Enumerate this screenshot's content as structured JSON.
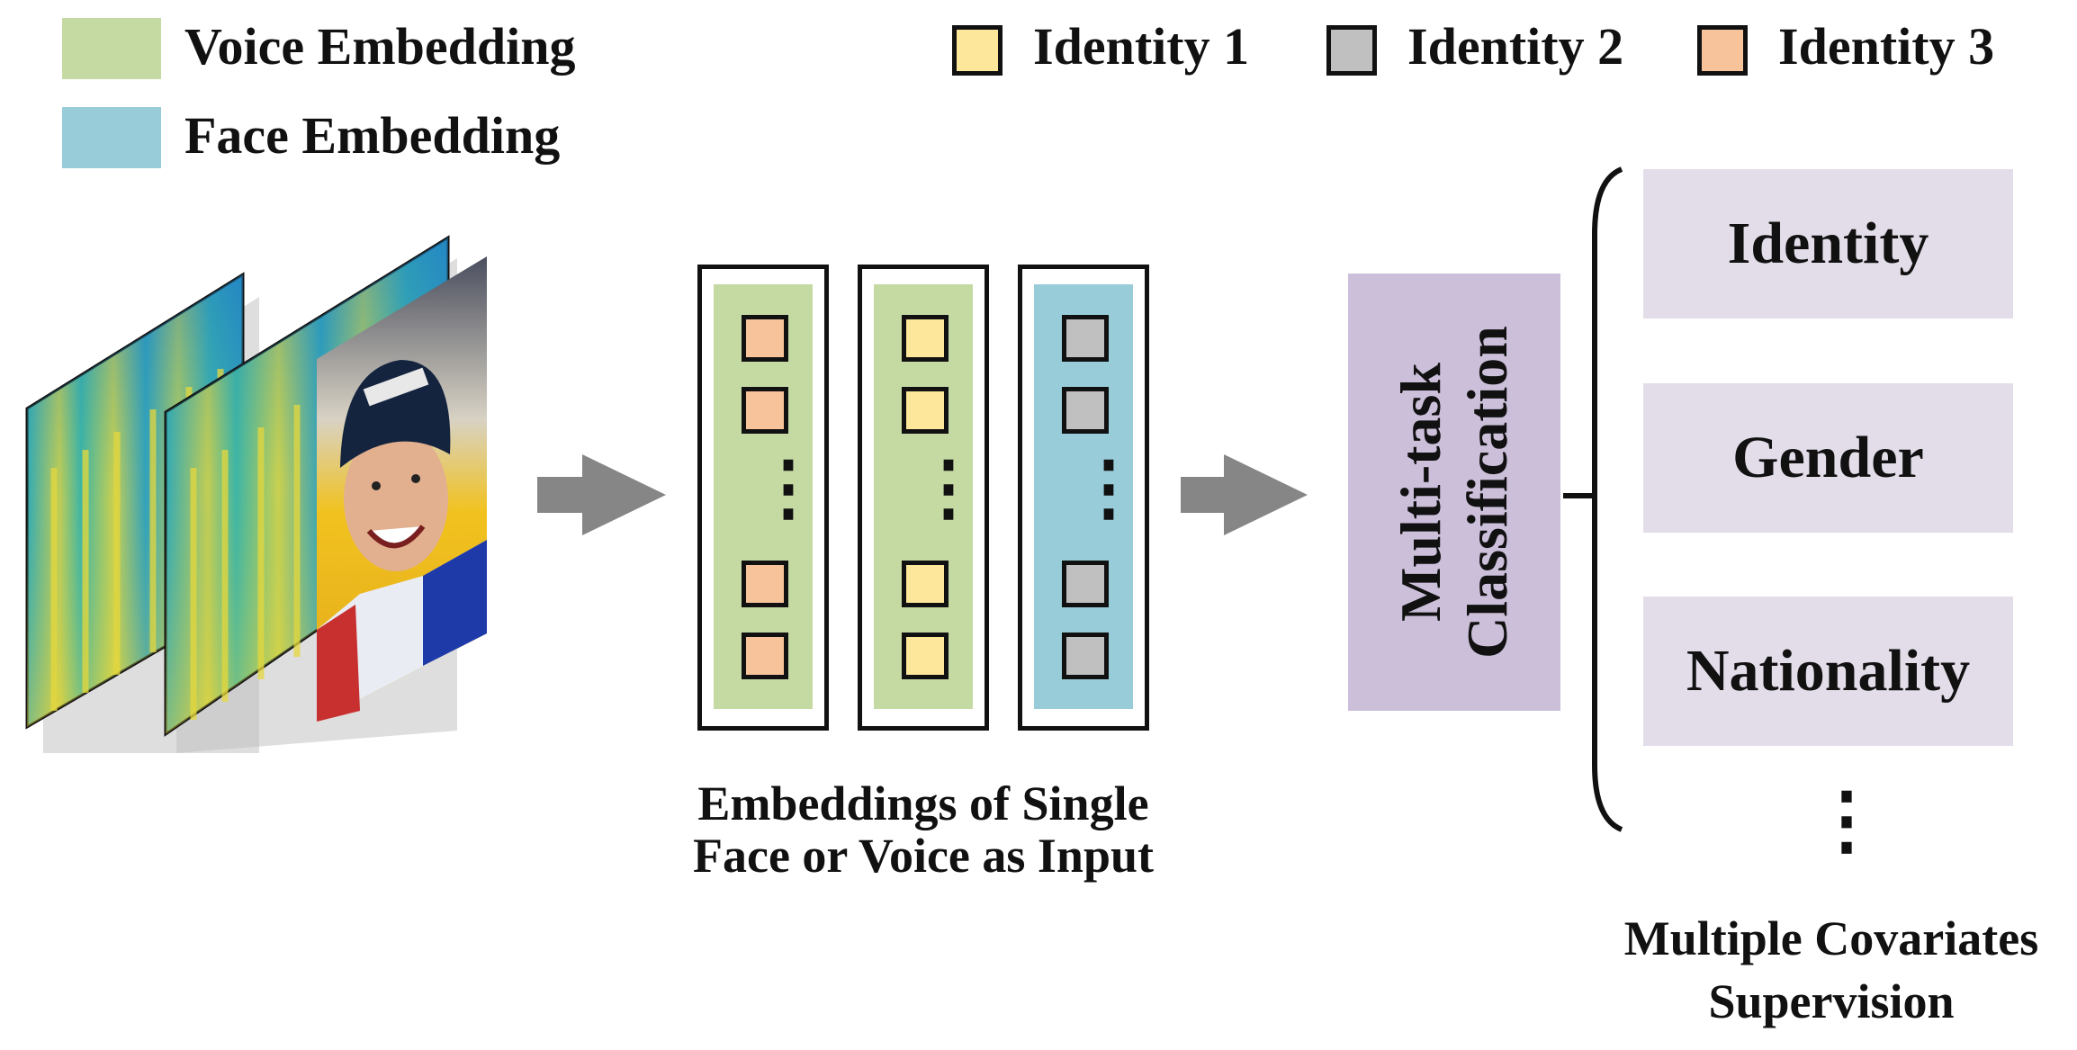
{
  "legend_embeddings": {
    "voice": {
      "label": "Voice Embedding",
      "color": "#c5d9a3"
    },
    "face": {
      "label": "Face Embedding",
      "color": "#97ccd8"
    }
  },
  "legend_identities": [
    {
      "label": "Identity 1",
      "color": "#fde79a"
    },
    {
      "label": "Identity 2",
      "color": "#c0c0c0"
    },
    {
      "label": "Identity 3",
      "color": "#f7c39b"
    }
  ],
  "embeddings": {
    "caption_line1": "Embeddings of Single",
    "caption_line2": "Face or Voice as Input",
    "ellipsis": "⋮",
    "columns": [
      {
        "fill": "#c5d9a3",
        "square": "#f7c39b"
      },
      {
        "fill": "#c5d9a3",
        "square": "#fde79a"
      },
      {
        "fill": "#97ccd8",
        "square": "#c0c0c0"
      }
    ]
  },
  "classifier": {
    "line1": "Multi-task",
    "line2": "Classification",
    "color": "#cbbfda"
  },
  "outputs": {
    "items": [
      "Identity",
      "Gender",
      "Nationality"
    ],
    "ellipsis": "⋮",
    "caption_line1": "Multiple Covariates",
    "caption_line2": "Supervision",
    "box_color": "#e3dde9"
  },
  "arrow_color": "#868686"
}
